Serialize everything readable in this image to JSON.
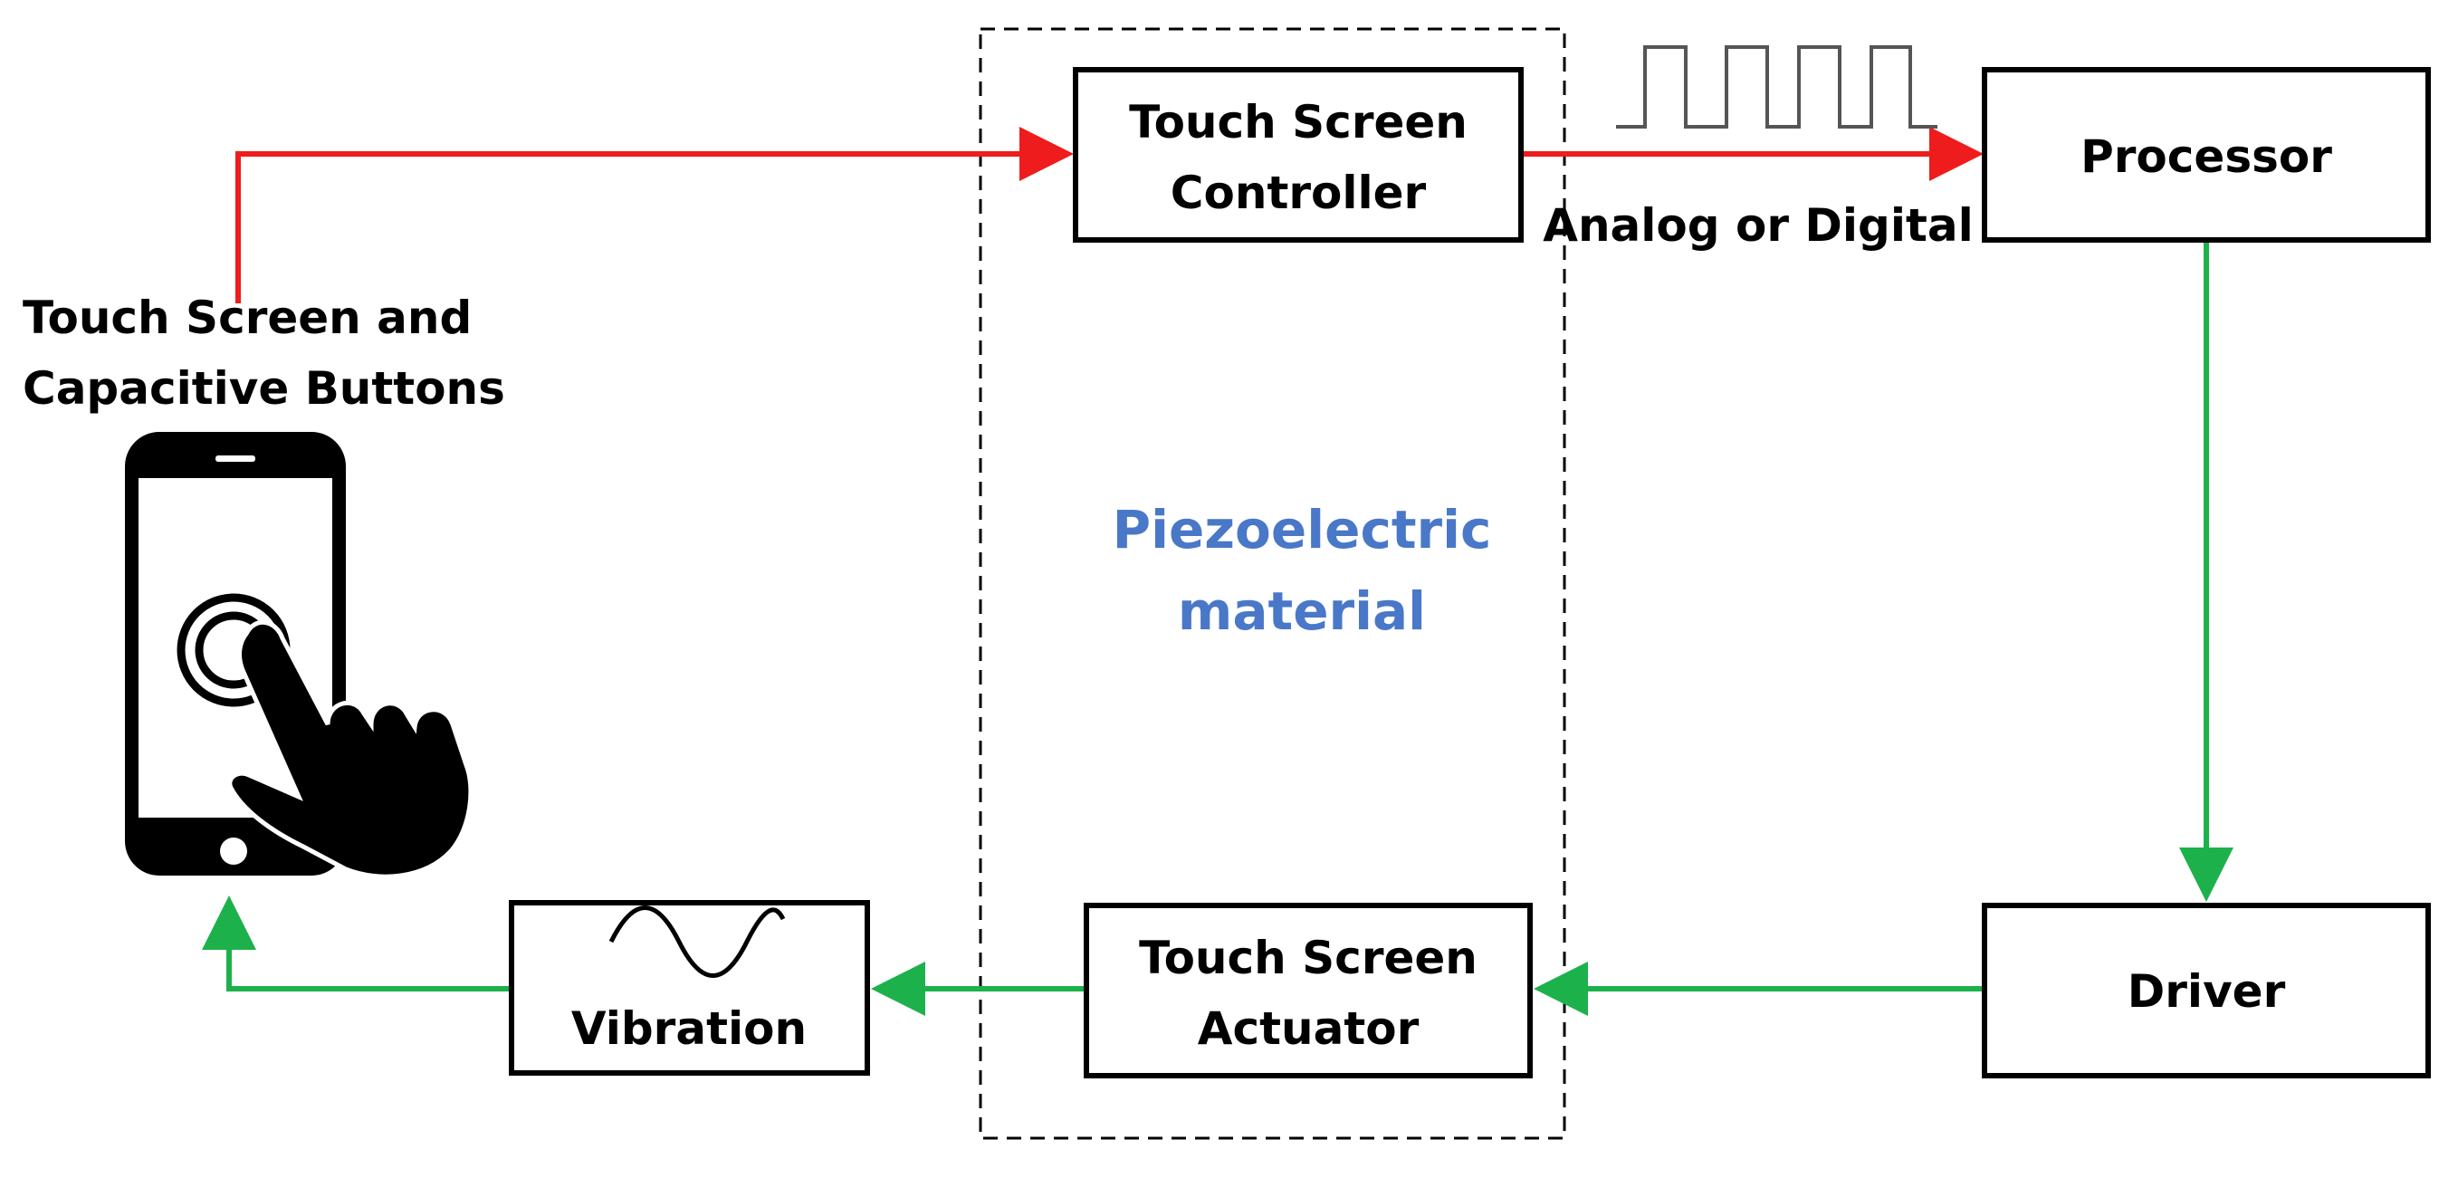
{
  "blocks": {
    "touch_screen_controller": [
      "Touch Screen",
      "Controller"
    ],
    "processor": [
      "Processor"
    ],
    "driver": [
      "Driver"
    ],
    "touch_screen_actuator": [
      "Touch Screen",
      "Actuator"
    ],
    "vibration": [
      "Vibration"
    ]
  },
  "labels": {
    "device": [
      "Touch Screen and",
      "Capacitive Buttons"
    ],
    "signal": "Analog or Digital",
    "piezo": [
      "Piezoelectric",
      "material"
    ]
  },
  "colors": {
    "input_path": "#ee1c1c",
    "output_path": "#1db14b",
    "piezo_text": "#4a78c8",
    "stroke": "#000000"
  },
  "icons": [
    "smartphone-icon",
    "touch-hand-icon",
    "square-wave-icon",
    "sine-wave-icon"
  ]
}
